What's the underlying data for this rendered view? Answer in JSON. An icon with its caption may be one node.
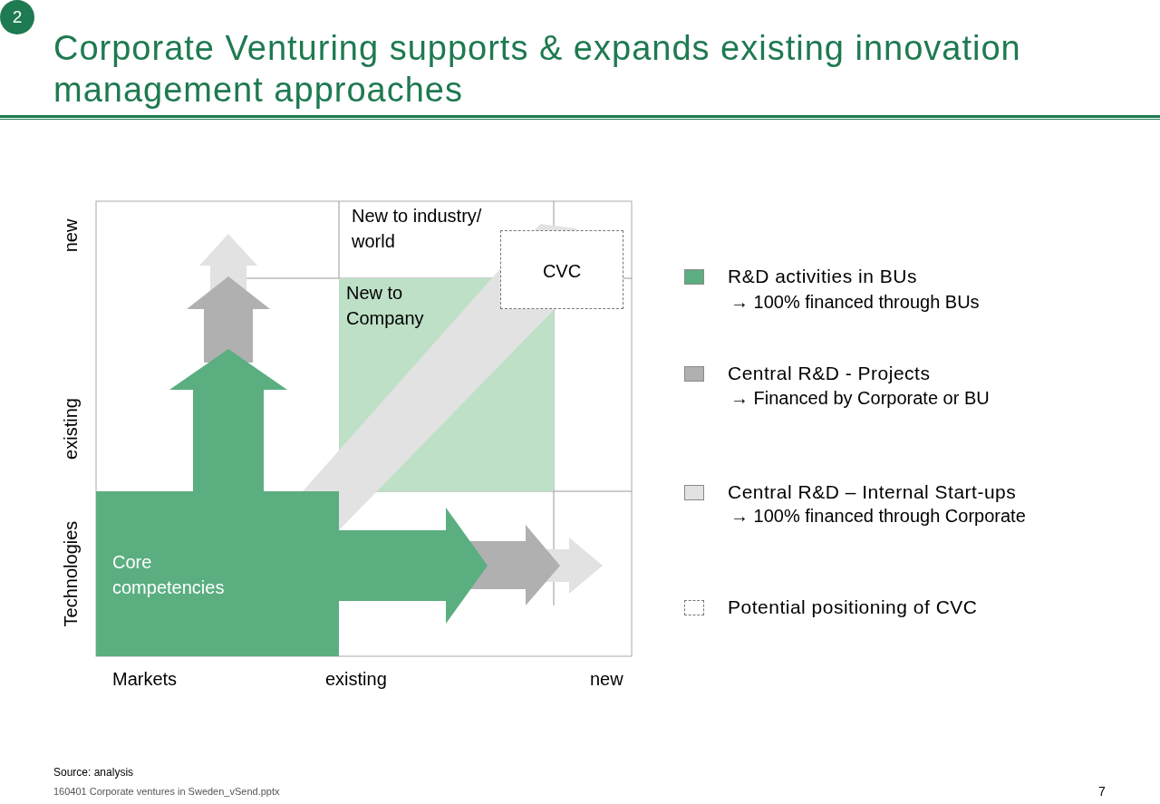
{
  "diagram": {
    "title": "Corporate Venturing supports & expands existing innovation management approaches",
    "nodes": [
      {
        "text": [
          "New to industry/ world"
        ]
      },
      {
        "text": [
          "New to Company"
        ]
      },
      {
        "text": [
          "CVC"
        ]
      },
      {
        "text": [
          "Core competencies"
        ]
      }
    ],
    "labels": [
      "2",
      "new",
      "existing",
      "Technologies",
      "Markets",
      "existing",
      "new",
      "→ 100% financed through BUs",
      "→ Financed by Corporate or BU",
      "→ 100% financed through Corporate",
      "Source: analysis",
      "160401 Corporate ventures in Sweden_vSend.pptx",
      "7"
    ],
    "legend": [
      {
        "text": "R&D activities in BUs",
        "color": "#5bae80"
      },
      {
        "text": "Central R&D - Projects",
        "color": "#b0b0b0"
      },
      {
        "text": "Central R&D – Internal Start-ups",
        "color": "#e2e2e2"
      },
      {
        "text": "Potential positioning of CVC"
      }
    ]
  }
}
